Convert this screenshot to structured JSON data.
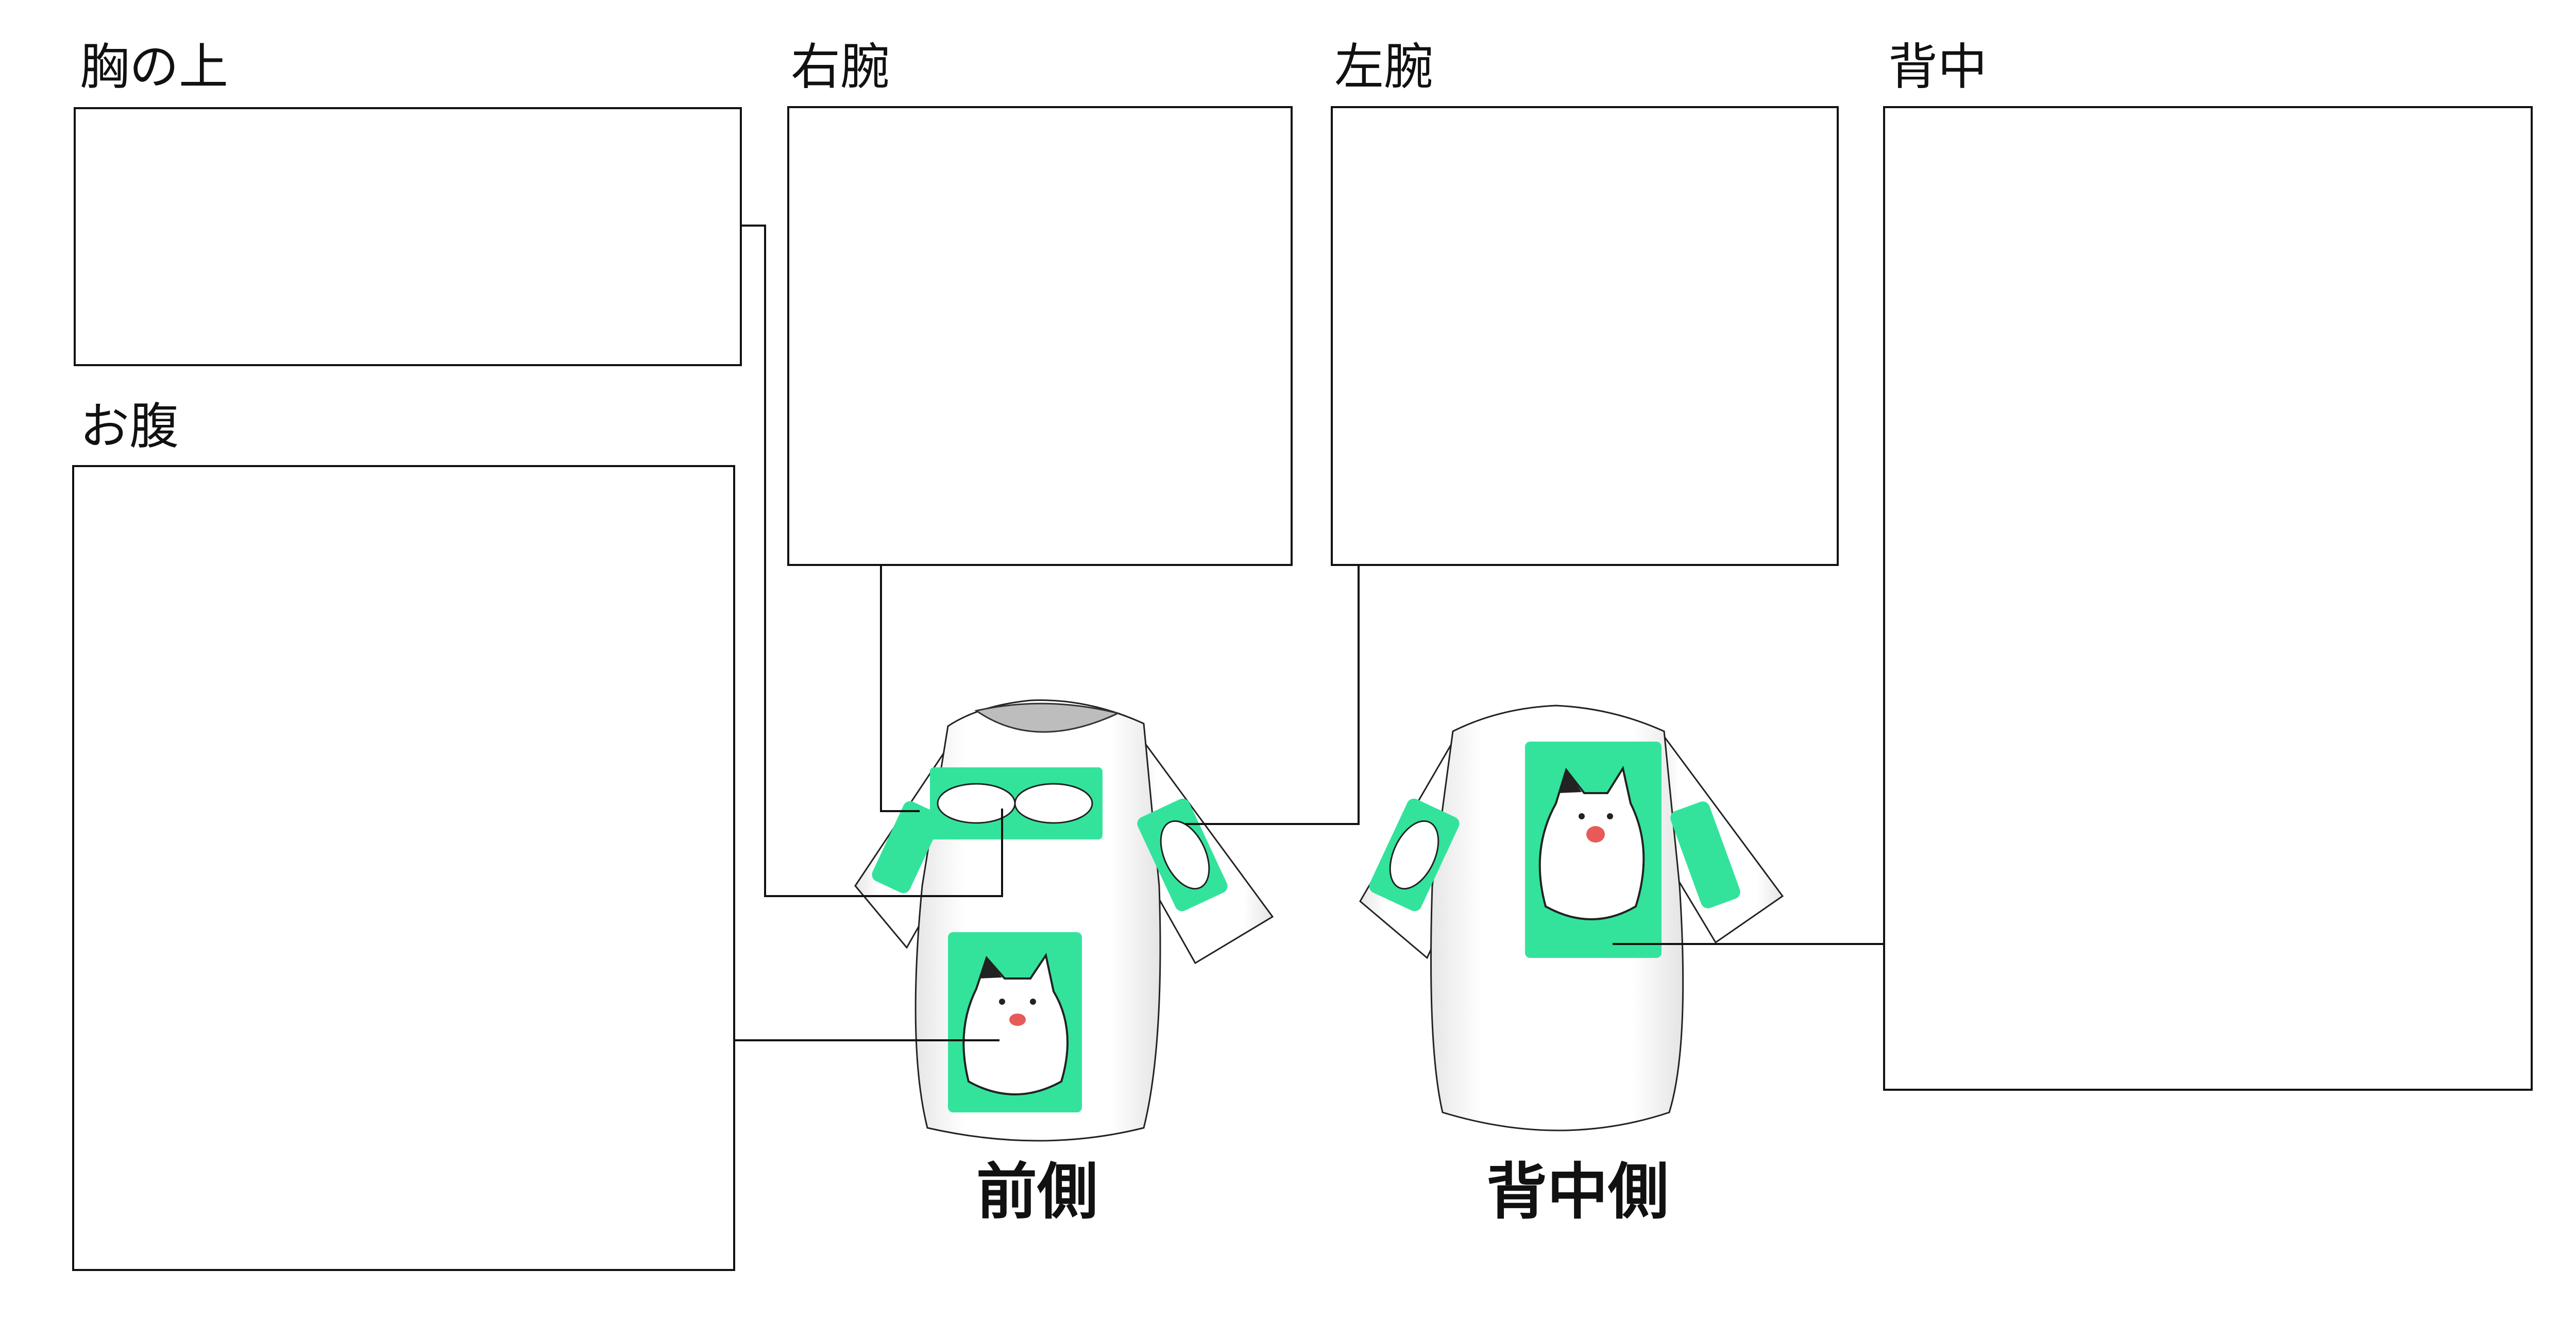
{
  "regions": {
    "chest_upper": {
      "label": "胸の上"
    },
    "right_arm": {
      "label": "右腕"
    },
    "left_arm": {
      "label": "左腕"
    },
    "back": {
      "label": "背中"
    },
    "belly": {
      "label": "お腹"
    }
  },
  "captions": {
    "front": "前側",
    "back": "背中側"
  },
  "colors": {
    "print_green": "#33e39c",
    "shirt": "#ffffff",
    "outline": "#111111",
    "collar_inner": "#bdbdbd"
  },
  "icons": {
    "front_shirt": "tshirt-front-icon",
    "back_shirt": "tshirt-back-icon",
    "mascot": "cat-mascot-icon"
  }
}
